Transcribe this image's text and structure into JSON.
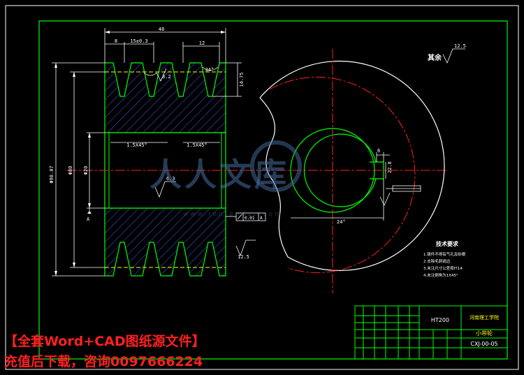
{
  "drawing": {
    "dim_total_width": "48",
    "dim_groove_first": "8",
    "dim_groove_pitch": "15±0.3",
    "dim_groove_width": "12",
    "dim_outer_diameter": "Φ98.07",
    "dim_pitch_diameter": "Φ80",
    "dim_bore": "Φ20",
    "dim_groove_depth": "14.75",
    "dim_angle": "34°",
    "dim_chamfer_left": "1.5X45°",
    "dim_chamfer_right": "1.5X45°",
    "roughness_main": "12.5",
    "roughness_bore": "6.3",
    "roughness_groove": "3.2",
    "roughness_bottom": "12.5",
    "roughness_rest_label": "其余",
    "roughness_rest_value": "12.5",
    "runout_tolerance": "0.01",
    "runout_datum": "A",
    "keyway_width": "6",
    "keyway_depth": "22.8",
    "keyway_angle": "24°",
    "datum_label": "A"
  },
  "notes": {
    "title": "技术要求",
    "items": [
      "1.铸件不得有气孔及砂眼",
      "2.去除毛刺锐边",
      "3.未注尺寸公差按IT14",
      "4.未注倒角为1X45°"
    ]
  },
  "title_block": {
    "material": "HT200",
    "school": "河南理工学院",
    "part_name": "小带轮",
    "drawing_no": "CXJ-00-05"
  },
  "watermark": {
    "text": "人人文库",
    "url": "www.renrendoc.com"
  },
  "promo": {
    "line1": "【全套Word+CAD图纸源文件】",
    "line2": "充值后下载，咨询0097666224"
  },
  "colors": {
    "background": "#000000",
    "outline": "#00ff00",
    "dimension": "#ffffff",
    "centerline": "#ff2020",
    "hatch": "#4060ff",
    "pitch_line": "#ffff00",
    "promo_text": "#ff2020"
  }
}
